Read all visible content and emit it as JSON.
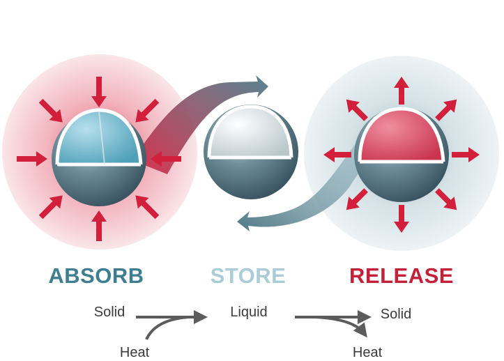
{
  "colors": {
    "absorb": "#3d7e90",
    "store": "#a9ccd6",
    "release": "#c4203a",
    "accent_red": "#d11f3c",
    "sphere_dark": "#5a7c88",
    "text": "#3b3b3b"
  },
  "icons": {
    "absorb_sphere": "sphere-with-blue-core-icon",
    "store_sphere": "sphere-with-white-core-icon",
    "release_sphere": "sphere-with-red-core-icon",
    "inward_arrows": "arrow-in-icon",
    "outward_arrows": "arrow-out-icon"
  },
  "stages": {
    "absorb": "ABSORB",
    "store": "STORE",
    "release": "RELEASE"
  },
  "process": {
    "solid_left": "Solid",
    "heat_in": "Heat",
    "liquid": "Liquid",
    "solid_right": "Solid",
    "heat_out": "Heat"
  }
}
